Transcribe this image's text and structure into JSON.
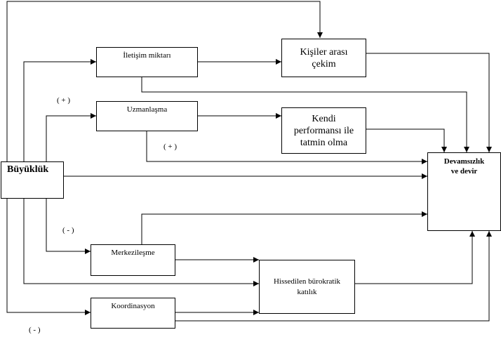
{
  "boxes": {
    "buyukluk": "Büyüklük",
    "iletisim": "İletişim miktarı",
    "kisiler_line1": "Kişiler arası",
    "kisiler_line2": "çekim",
    "uzmanlasma": "Uzmanlaşma",
    "kendi_line1": "Kendi",
    "kendi_line2": "performansı ile",
    "kendi_line3": "tatmin olma",
    "devam_line1": "Devamsızlık",
    "devam_line2": "ve devir",
    "merkez": "Merkezileşme",
    "hiss_line1": "Hissedilen bürokratik",
    "hiss_line2": "katılık",
    "koord": "Koordinasyon"
  },
  "signs": {
    "uzmanlasma_in": "( + )",
    "uzmanlasma_out": "( + )",
    "merkez_in": "( - )",
    "koord_in": "( - )"
  }
}
